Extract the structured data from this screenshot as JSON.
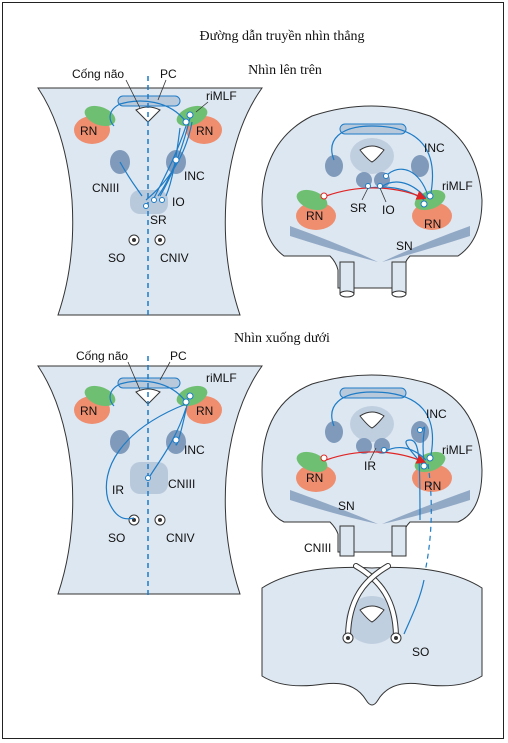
{
  "title": "Đường dẫn truyền nhìn thẳng",
  "upward": {
    "heading": "Nhìn lên trên",
    "labels": {
      "aqueduct": "Cống não",
      "pc": "PC",
      "rimlf": "riMLF",
      "rn_left": "RN",
      "rn_right": "RN",
      "cn3": "CNIII",
      "inc": "INC",
      "io": "IO",
      "sr": "SR",
      "so": "SO",
      "cn4": "CNIV"
    },
    "section_labels": {
      "inc": "INC",
      "rimlf": "riMLF",
      "rn_left": "RN",
      "rn_right": "RN",
      "sr": "SR",
      "io": "IO",
      "sn": "SN"
    }
  },
  "downward": {
    "heading": "Nhìn xuống dưới",
    "labels": {
      "aqueduct": "Cống não",
      "pc": "PC",
      "rimlf": "riMLF",
      "rn_left": "RN",
      "rn_right": "RN",
      "inc": "INC",
      "ir": "IR",
      "cn3": "CNIII",
      "so": "SO",
      "cn4": "CNIV"
    },
    "section_labels": {
      "inc": "INC",
      "rimlf": "riMLF",
      "rn_left": "RN",
      "rn_right": "RN",
      "ir": "IR",
      "sn": "SN",
      "cn3": "CNIII",
      "so": "SO"
    }
  },
  "colors": {
    "tissue": "#dde7f1",
    "tissue_dark": "#b9c9dc",
    "nucleus": "#7f9abb",
    "rn": "#ee8e6f",
    "rimlf": "#6fbf72",
    "pathway": "#1e7cc6",
    "arrow": "#e02424",
    "outline": "#333333"
  }
}
